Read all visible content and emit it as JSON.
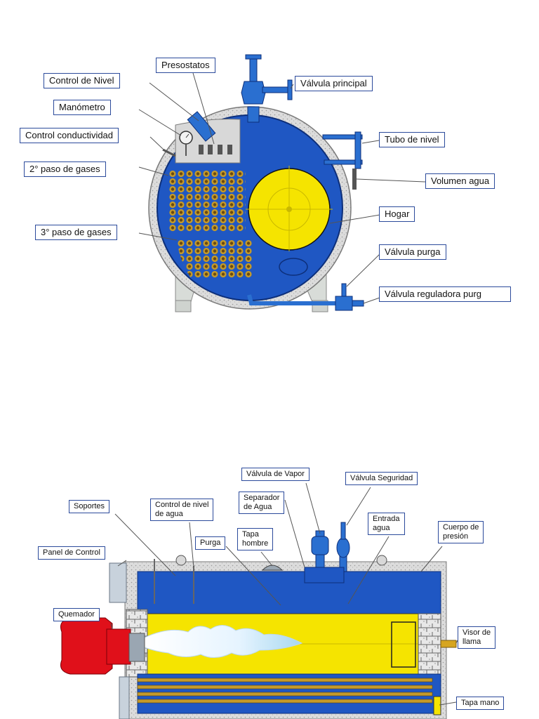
{
  "top_diagram": {
    "labels": {
      "presostatos": "Presostatos",
      "control_nivel": "Control de Nivel",
      "manometro": "Manómetro",
      "control_conductividad": "Control conductividad",
      "segundo_paso": "2° paso de gases",
      "tercer_paso": "3° paso de gases",
      "valvula_principal": "Válvula principal",
      "tubo_nivel": "Tubo de nivel",
      "volumen_agua": "Volumen agua",
      "hogar": "Hogar",
      "valvula_purga": "Válvula purga",
      "valvula_reguladora": "Válvula reguladora  purg"
    }
  },
  "bottom_diagram": {
    "labels": {
      "valvula_vapor": "Válvula de Vapor",
      "valvula_seguridad": "Válvula Seguridad",
      "soportes": "Soportes",
      "control_nivel_agua": "Control de nivel\nde agua",
      "separador_agua": "Separador\nde Agua",
      "entrada_agua": "Entrada\nagua",
      "cuerpo_presion": "Cuerpo de\npresión",
      "panel_control": "Panel de Control",
      "purga": "Purga",
      "tapa_hombre": "Tapa\nhombre",
      "quemador": "Quemador",
      "visor_llama": "Visor de\nllama",
      "tapa_mano": "Tapa mano"
    }
  },
  "colors": {
    "water": "#1f57c3",
    "furnace": "#f5e400",
    "insulation": "#d9d9d9",
    "burner": "#e0101a",
    "frame": "#2b4a9b",
    "tubes": "#c49a2a"
  }
}
